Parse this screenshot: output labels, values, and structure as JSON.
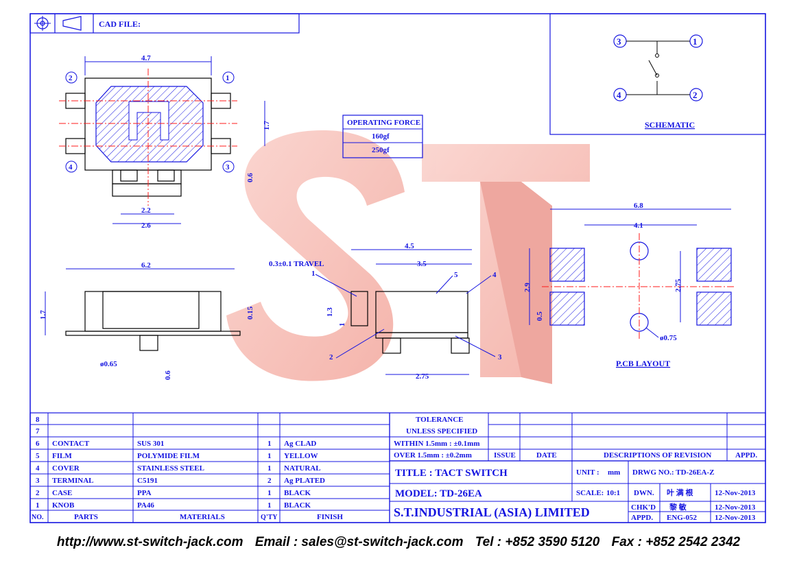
{
  "header": {
    "cad_file": "CAD FILE:"
  },
  "schematic": {
    "title": "SCHEMATIC",
    "pins": [
      "3",
      "1",
      "4",
      "2"
    ]
  },
  "top_view": {
    "dim_width": "4.7",
    "dim_height": "1.7",
    "dim_pin": "0.6",
    "dim_inner": "2.2",
    "dim_outer": "2.6",
    "pins": [
      "2",
      "1",
      "4",
      "3"
    ]
  },
  "operating_force": {
    "title": "OPERATING FORCE",
    "values": [
      "160gf",
      "250gf"
    ]
  },
  "side_view": {
    "dim_width": "6.2",
    "dim_height": "1.7",
    "dim_stem": "ø0.65",
    "dim_stem_len": "0.6",
    "dim_base": "0.15"
  },
  "section_view": {
    "travel": "0.3±0.1 TRAVEL",
    "dim_a": "4.5",
    "dim_b": "3.5",
    "dim_h1": "1.3",
    "dim_h2": "1",
    "dim_bottom": "2.75",
    "callouts": [
      "1",
      "2",
      "3",
      "4",
      "5"
    ]
  },
  "pcb": {
    "title": "P.CB LAYOUT",
    "dim_outer": "6.8",
    "dim_inner": "4.1",
    "dim_h": "2.9",
    "dim_pad": "0.5",
    "dim_hole": "2.75",
    "dim_dia": "ø0.75"
  },
  "watermark": {
    "text": "ST"
  },
  "bom": {
    "rows": [
      {
        "no": "8",
        "part": "",
        "material": "",
        "qty": "",
        "finish": ""
      },
      {
        "no": "7",
        "part": "",
        "material": "",
        "qty": "",
        "finish": ""
      },
      {
        "no": "6",
        "part": "CONTACT",
        "material": "SUS 301",
        "qty": "1",
        "finish": "Ag CLAD"
      },
      {
        "no": "5",
        "part": "FILM",
        "material": "POLYMIDE FILM",
        "qty": "1",
        "finish": "YELLOW"
      },
      {
        "no": "4",
        "part": "COVER",
        "material": "STAINLESS STEEL",
        "qty": "1",
        "finish": "NATURAL"
      },
      {
        "no": "3",
        "part": "TERMINAL",
        "material": "C5191",
        "qty": "2",
        "finish": "Ag PLATED"
      },
      {
        "no": "2",
        "part": "CASE",
        "material": "PPA",
        "qty": "1",
        "finish": "BLACK"
      },
      {
        "no": "1",
        "part": "KNOB",
        "material": "PA46",
        "qty": "1",
        "finish": "BLACK"
      }
    ],
    "headers": {
      "no": "NO.",
      "part": "PARTS",
      "material": "MATERIALS",
      "qty": "Q'TY",
      "finish": "FINISH"
    }
  },
  "tolerance": {
    "title1": "TOLERANCE",
    "title2": "UNLESS  SPECIFIED",
    "line1": "WITHIN 1.5mm : ±0.1mm",
    "line2": "OVER 1.5mm : ±0.2mm"
  },
  "revision": {
    "issue": "ISSUE",
    "date": "DATE",
    "desc": "DESCRIPTIONS  OF  REVISION",
    "appd": "APPD."
  },
  "title_block": {
    "title": "TITLE : TACT SWITCH",
    "model": "MODEL: TD-26EA",
    "company": "S.T.INDUSTRIAL  (ASIA)  LIMITED",
    "unit_label": "UNIT :",
    "unit": "mm",
    "scale_label": "SCALE:",
    "scale": "10:1",
    "drwg": "DRWG NO.: TD-26EA-Z",
    "dwn_label": "DWN.",
    "dwn_name": "叶 满 根",
    "dwn_date": "12-Nov-2013",
    "chkd_label": "CHK'D",
    "chkd_name": "黎 敏",
    "chkd_date": "12-Nov-2013",
    "appd_label": "APPD.",
    "appd_name": "ENG-052",
    "appd_date": "12-Nov-2013"
  },
  "footer": {
    "url": "http://www.st-switch-jack.com",
    "email": "Email : sales@st-switch-jack.com",
    "tel": "Tel : +852 3590 5120",
    "fax": "Fax : +852 2542 2342"
  }
}
